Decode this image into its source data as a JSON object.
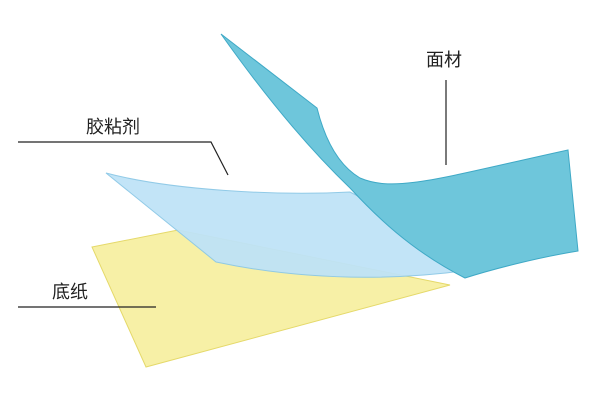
{
  "labels": {
    "face_material": "面材",
    "adhesive": "胶粘剂",
    "backing_paper": "底纸"
  },
  "colors": {
    "face_fill": "#6EC6DB",
    "face_stroke": "#3FA9C6",
    "adhesive_fill": "#BFE3F7",
    "adhesive_stroke": "#8CC8E6",
    "paper_fill": "#F7F0A6",
    "paper_stroke": "#E5D96A",
    "leader_line": "#222222"
  }
}
